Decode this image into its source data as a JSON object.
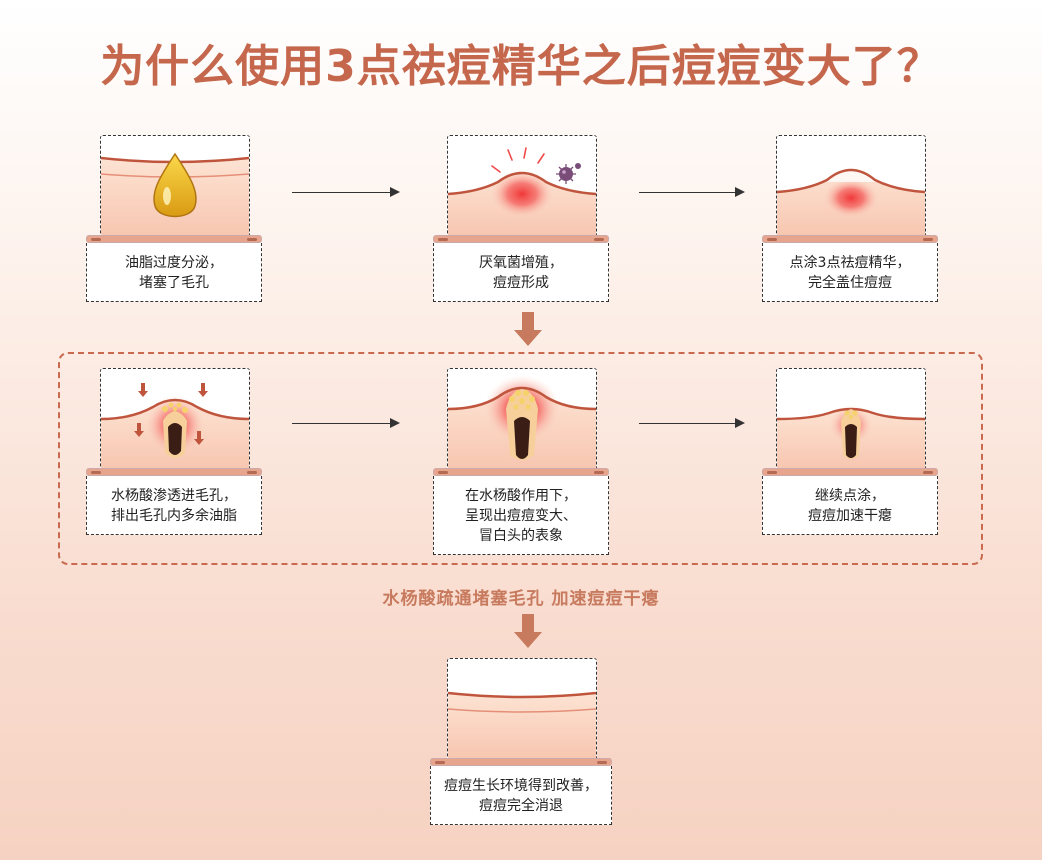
{
  "title": "为什么使用3点祛痘精华之后痘痘变大了？",
  "subtitle": "水杨酸疏通堵塞毛孔 加速痘痘干瘪",
  "steps": [
    {
      "lines": [
        "油脂过度分泌，",
        "堵塞了毛孔"
      ]
    },
    {
      "lines": [
        "厌氧菌增殖，",
        "痘痘形成"
      ]
    },
    {
      "lines": [
        "点涂3点祛痘精华，",
        "完全盖住痘痘"
      ]
    },
    {
      "lines": [
        "水杨酸渗透进毛孔，",
        "排出毛孔内多余油脂"
      ]
    },
    {
      "lines": [
        "在水杨酸作用下，",
        "呈现出痘痘变大、",
        "冒白头的表象"
      ]
    },
    {
      "lines": [
        "继续点涂，",
        "痘痘加速干瘪"
      ]
    },
    {
      "lines": [
        "痘痘生长环境得到改善，",
        "痘痘完全消退"
      ]
    }
  ],
  "colors": {
    "title": "#c5674c",
    "arrow": "#c77a5e",
    "frame": "#c96a50",
    "skin": "#fbd6c3",
    "inflamed": "#f04a4a"
  }
}
